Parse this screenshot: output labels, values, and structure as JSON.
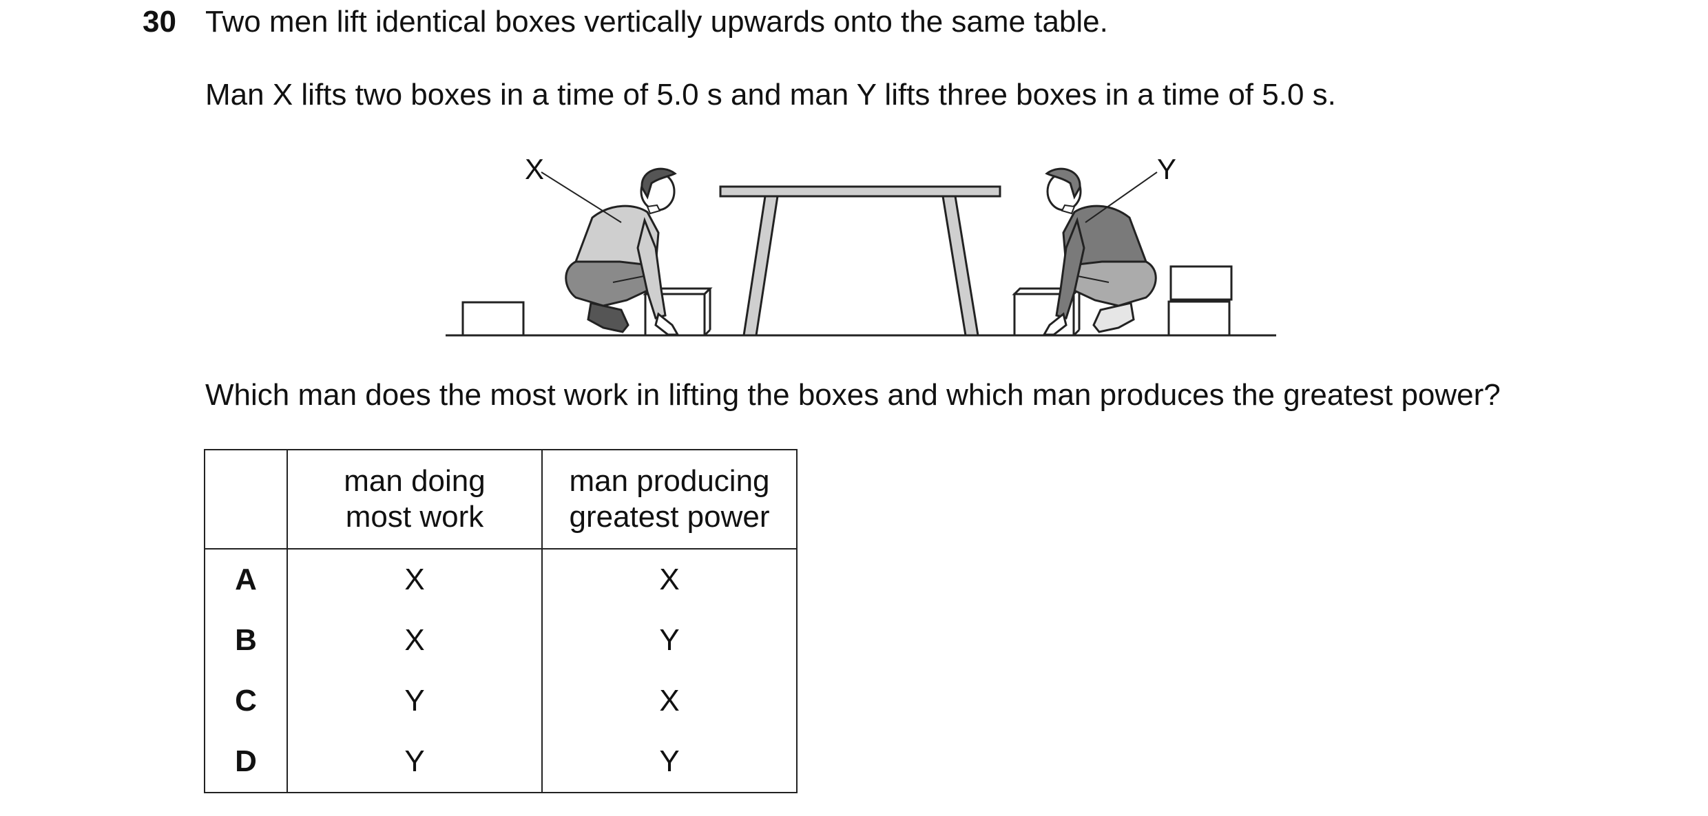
{
  "question": {
    "number": "30",
    "stem_line1": "Two men lift identical boxes vertically upwards onto the same table.",
    "stem_line2": "Man X lifts two boxes in a time of 5.0 s and man Y lifts three boxes in a time of 5.0 s.",
    "prompt": "Which man does the most work in lifting the boxes and which man produces the greatest power?"
  },
  "figure": {
    "label_x": "X",
    "label_y": "Y"
  },
  "table": {
    "headers": {
      "col1_line1": "man doing",
      "col1_line2": "most work",
      "col2_line1": "man producing",
      "col2_line2": "greatest power"
    },
    "rows": [
      {
        "letter": "A",
        "work": "X",
        "power": "X"
      },
      {
        "letter": "B",
        "work": "X",
        "power": "Y"
      },
      {
        "letter": "C",
        "work": "Y",
        "power": "X"
      },
      {
        "letter": "D",
        "work": "Y",
        "power": "Y"
      }
    ]
  }
}
